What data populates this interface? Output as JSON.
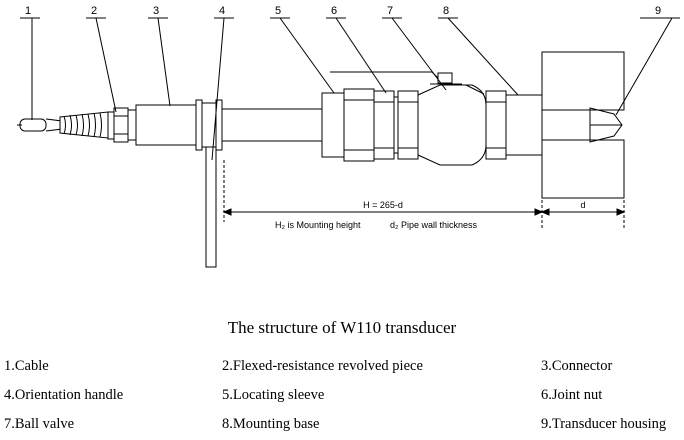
{
  "callouts": [
    "1",
    "2",
    "3",
    "4",
    "5",
    "6",
    "7",
    "8",
    "9"
  ],
  "dimension": {
    "h_label": "H = 265-d",
    "d_label": "d",
    "note_h": "H₂ is Mounting height",
    "note_d": "d₂ Pipe wall thickness"
  },
  "caption": "The structure of W110 transducer",
  "legend": [
    "1.Cable",
    "2.Flexed-resistance revolved piece",
    "3.Connector",
    "4.Orientation handle",
    "5.Locating sleeve",
    "6.Joint nut",
    "7.Ball valve",
    "8.Mounting base",
    "9.Transducer housing"
  ]
}
